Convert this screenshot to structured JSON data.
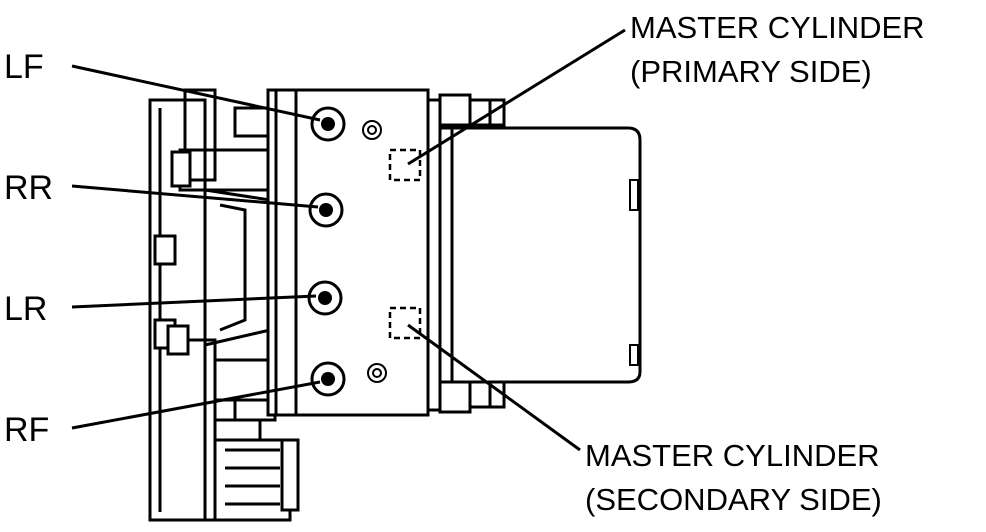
{
  "labels": {
    "lf": "LF",
    "rr": "RR",
    "lr": "LR",
    "rf": "RF"
  },
  "callouts": {
    "primary_line1": "MASTER CYLINDER",
    "primary_line2": "(PRIMARY SIDE)",
    "secondary_line1": "MASTER CYLINDER",
    "secondary_line2": "(SECONDARY SIDE)"
  }
}
